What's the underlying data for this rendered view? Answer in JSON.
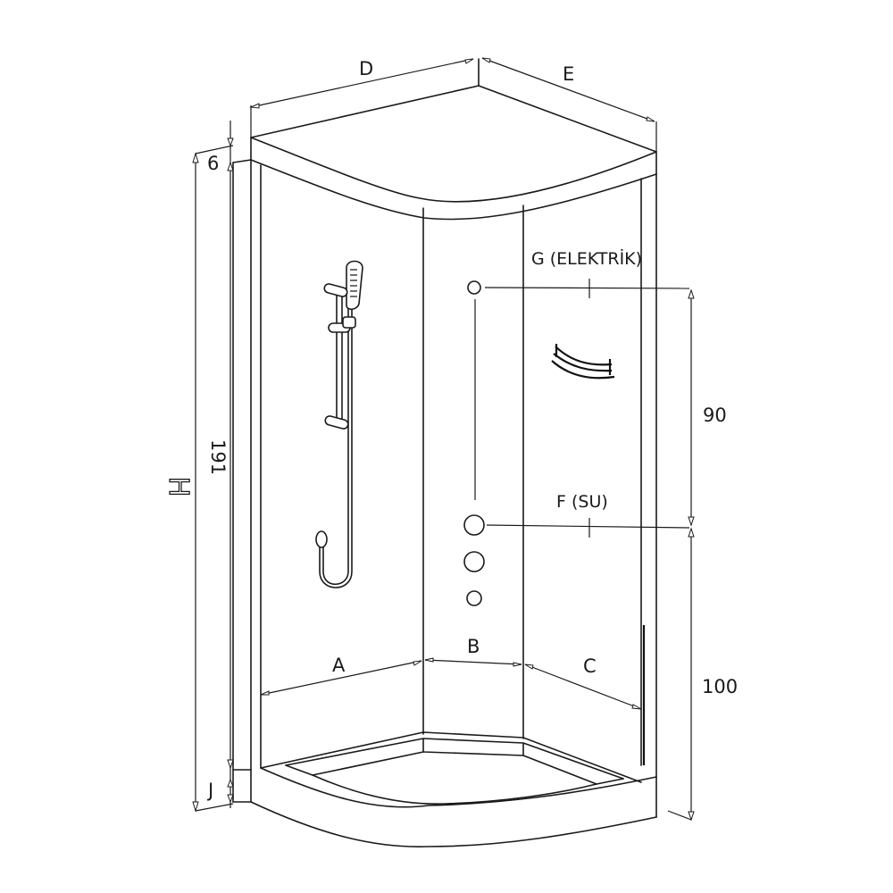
{
  "drawing": {
    "subject": "Quarter-circle shower cabin dimension drawing",
    "colors": {
      "line": "#1a1a1a",
      "background": "#ffffff"
    }
  },
  "dimensions": {
    "top_width_left": {
      "label": "D"
    },
    "top_width_right": {
      "label": "E"
    },
    "top_cap_height": {
      "label": "6"
    },
    "overall_height": {
      "label": "H"
    },
    "panel_height": {
      "label": "191"
    },
    "base_height": {
      "label": "J"
    },
    "bottom_left": {
      "label": "A"
    },
    "bottom_center": {
      "label": "B"
    },
    "bottom_right": {
      "label": "C"
    },
    "electric_to_water": {
      "label": "90"
    },
    "water_to_floor": {
      "label": "100"
    }
  },
  "connections": {
    "electric": {
      "label": "G (ELEKTRİK)"
    },
    "water": {
      "label": "F (SU)"
    }
  },
  "components": {
    "shower_rail": "hand-shower-slide-rail",
    "corner_shelf": "curved-corner-shelf",
    "control_knobs": [
      "knob-large-1",
      "knob-large-2",
      "knob-small"
    ]
  }
}
